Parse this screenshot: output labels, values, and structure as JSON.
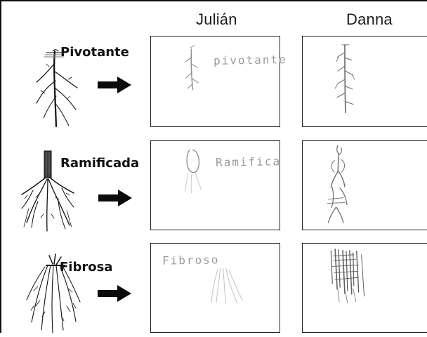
{
  "headers": {
    "left": "Julián",
    "right": "Danna"
  },
  "rows": [
    {
      "label": "Pivotante",
      "julian_text": "pivotante",
      "danna_text": ""
    },
    {
      "label": "Ramificada",
      "julian_text": "Ramifica",
      "danna_text": ""
    },
    {
      "label": "Fibrosa",
      "julian_text": "Fibroso",
      "danna_text": ""
    }
  ],
  "colors": {
    "ink": "#111111",
    "pencil": "#9a9a9a",
    "border": "#222222"
  },
  "icons": [
    "pivotante-root-illustration-icon",
    "ramificada-root-illustration-icon",
    "fibrosa-root-illustration-icon",
    "arrow-right-icon"
  ]
}
